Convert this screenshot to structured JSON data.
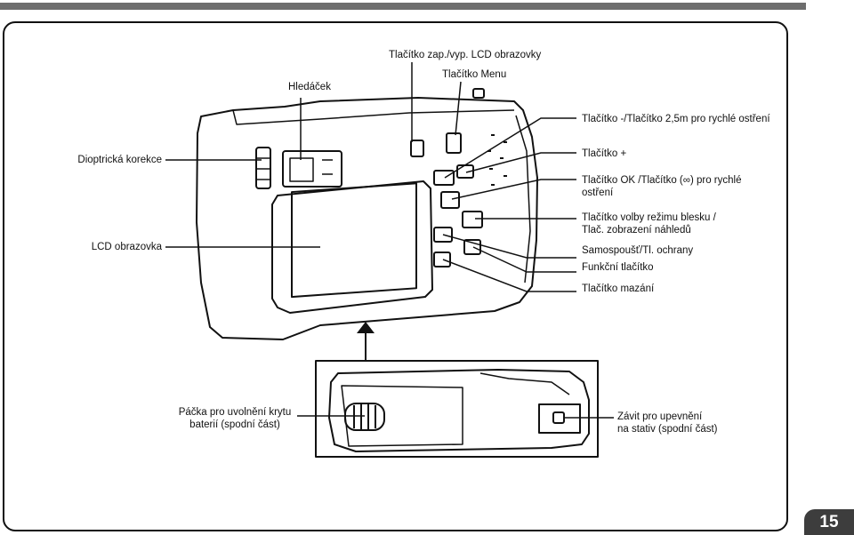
{
  "labels": {
    "power_button": "Tlačítko zap./vyp. LCD obrazovky",
    "menu_button": "Tlačítko Menu",
    "viewfinder": "Hledáček",
    "minus_button": "Tlačítko -/Tlačítko 2,5m pro rychlé ostření",
    "diopter": "Dioptrická korekce",
    "plus_button": "Tlačítko +",
    "ok_button_line1": "Tlačítko OK /Tlačítko (∞) pro rychlé",
    "ok_button_line2": "ostření",
    "flash_button_line1": "Tlačítko volby režimu blesku /",
    "flash_button_line2": "Tlač. zobrazení náhledů",
    "lcd_screen": "LCD obrazovka",
    "self_timer": "Samospoušť/Tl. ochrany",
    "function_button": "Funkční tlačítko",
    "delete_button": "Tlačítko mazání",
    "battery_latch_line1": "Páčka pro uvolnění krytu",
    "battery_latch_line2": "baterií (spodní část)",
    "tripod_line1": "Závit pro upevnění",
    "tripod_line2": "na stativ (spodní část)"
  },
  "page_number": "15"
}
